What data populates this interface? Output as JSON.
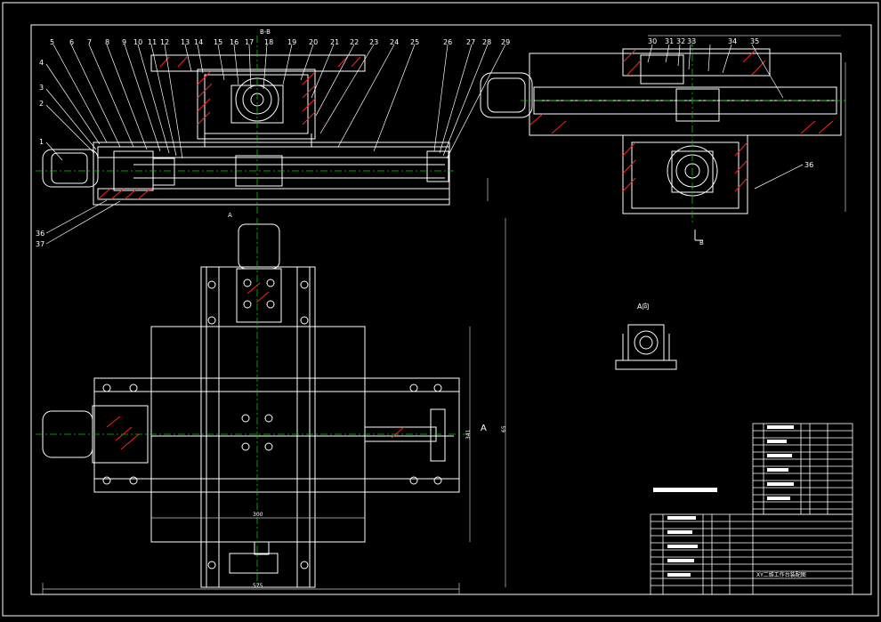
{
  "balloon_numbers_left": [
    "5",
    "6",
    "7",
    "8",
    "9",
    "10",
    "11",
    "12",
    "13",
    "14",
    "15",
    "16",
    "17",
    "18",
    "19",
    "20",
    "21",
    "22",
    "23",
    "24",
    "25"
  ],
  "balloon_numbers_mid": [
    "26",
    "27",
    "28",
    "29"
  ],
  "balloon_numbers_right": [
    "30",
    "31",
    "32",
    "33",
    "34",
    "35"
  ],
  "balloon_numbers_side": [
    "4",
    "3",
    "2",
    "1"
  ],
  "balloon_numbers_bottom": [
    "36",
    "37"
  ],
  "balloon_36_right": "36",
  "section_label": "B-B",
  "section_mark_a": "A",
  "section_mark_b": "B",
  "view_label_a": "A向",
  "dim_width_bottom": "575",
  "dim_table_width": "300",
  "dim_height_right": "341",
  "dim_height_right2": "65",
  "title_block_caption": "XY二维工作台装配图",
  "colors": {
    "background": "#000000",
    "lines": "#ffffff",
    "accent_red": "#ff2020",
    "accent_green": "#00c800",
    "dim_lines": "#c8c8c8"
  }
}
